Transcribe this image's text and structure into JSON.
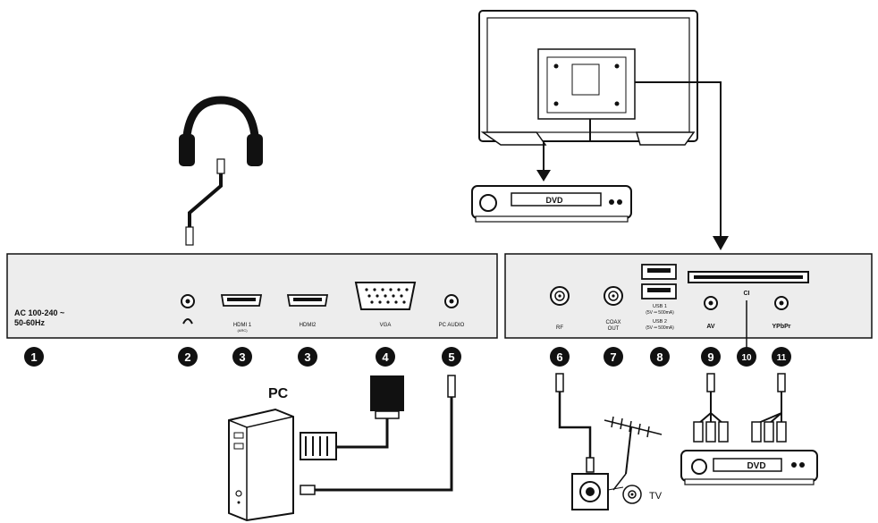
{
  "left_panel": {
    "power_label_line1": "AC 100-240 ~",
    "power_label_line2": "50-60Hz",
    "hdmi1_label": "HDMI 1",
    "hdmi1_sub": "(ARC)",
    "hdmi2_label": "HDMI2",
    "vga_label": "VGA",
    "pc_audio_label": "PC AUDIO"
  },
  "right_panel": {
    "rf_label": "RF",
    "coax_label_line1": "COAX",
    "coax_label_line2": "OUT",
    "usb1_label": "USB 1",
    "usb1_spec": "(5V ═ 500mA)",
    "usb2_label": "USB 2",
    "usb2_spec": "(5V ═ 500mA)",
    "av_label": "AV",
    "ci_label": "CI",
    "ypbpr_label": "YPbPr"
  },
  "numbers": [
    "1",
    "2",
    "3",
    "3",
    "4",
    "5",
    "6",
    "7",
    "8",
    "9",
    "10",
    "11"
  ],
  "devices": {
    "pc_label": "PC",
    "tv_label": "TV",
    "dvd_top_label": "DVD",
    "dvd_bottom_label": "DVD"
  },
  "colors": {
    "ink": "#111111",
    "panel": "#ededed",
    "badge": "#111111"
  }
}
